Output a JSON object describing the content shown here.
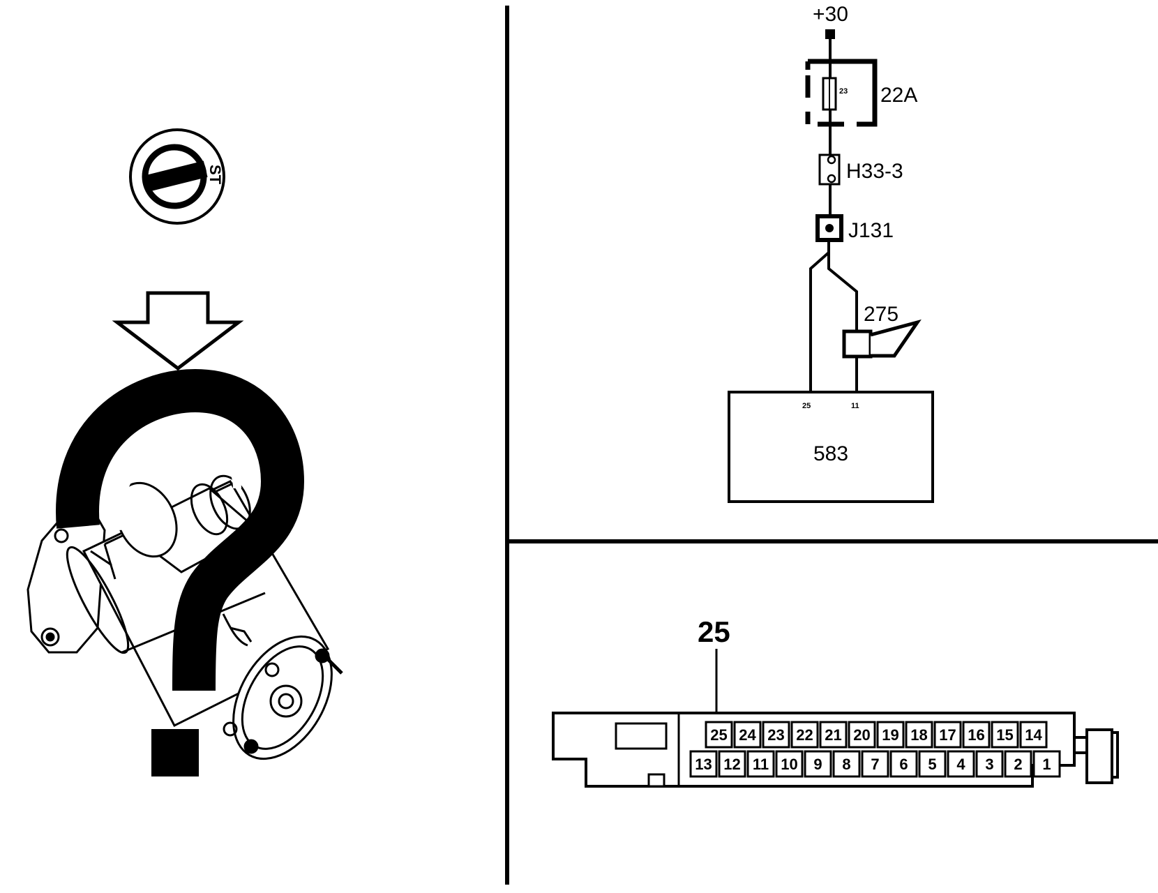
{
  "ignition": {
    "position_label": "ST"
  },
  "circuit": {
    "supply_label": "+30",
    "fuse_number": "23",
    "fuse_label": "22A",
    "connector_label": "H33-3",
    "junction_label": "J131",
    "buzzer_label": "275",
    "module_label": "583",
    "module_pin_left": "25",
    "module_pin_right": "11"
  },
  "connector": {
    "callout_pin": "25",
    "top_row": [
      "25",
      "24",
      "23",
      "22",
      "21",
      "20",
      "19",
      "18",
      "17",
      "16",
      "15",
      "14"
    ],
    "bottom_row": [
      "13",
      "12",
      "11",
      "10",
      "9",
      "8",
      "7",
      "6",
      "5",
      "4",
      "3",
      "2",
      "1"
    ]
  }
}
